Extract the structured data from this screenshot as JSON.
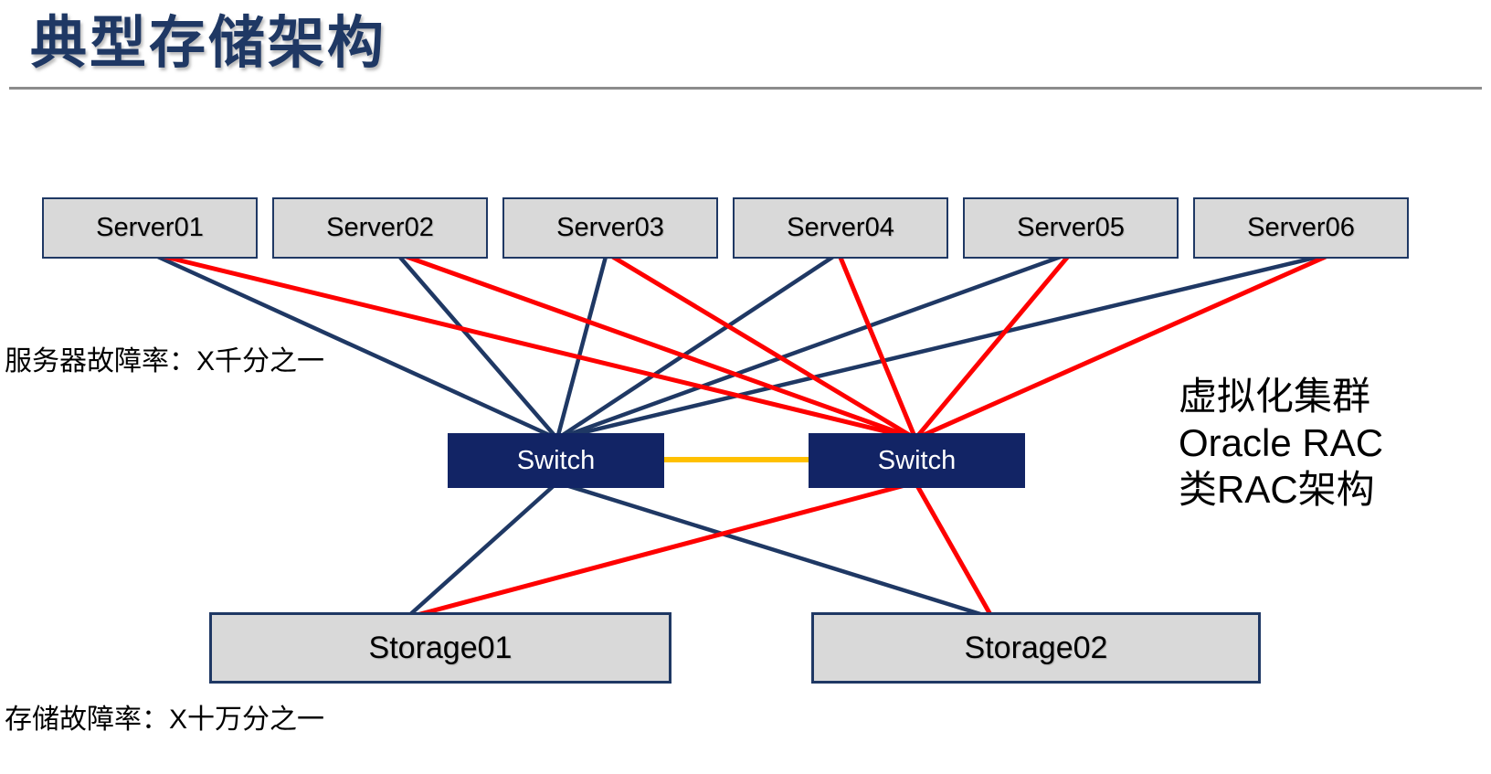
{
  "page": {
    "title": "典型存储架构"
  },
  "nodes": {
    "servers": [
      {
        "label": "Server01"
      },
      {
        "label": "Server02"
      },
      {
        "label": "Server03"
      },
      {
        "label": "Server04"
      },
      {
        "label": "Server05"
      },
      {
        "label": "Server06"
      }
    ],
    "switches": [
      {
        "label": "Switch"
      },
      {
        "label": "Switch"
      }
    ],
    "storages": [
      {
        "label": "Storage01"
      },
      {
        "label": "Storage02"
      }
    ]
  },
  "annotations": {
    "server_failure_rate": "服务器故障率：X千分之一",
    "storage_failure_rate": "存储故障率：X十万分之一",
    "side_note_lines": [
      "虚拟化集群",
      "Oracle RAC",
      "类RAC架构"
    ]
  },
  "topology": {
    "links": [
      {
        "from": "server01",
        "to": "switch1",
        "type": "primary"
      },
      {
        "from": "server02",
        "to": "switch1",
        "type": "primary"
      },
      {
        "from": "server03",
        "to": "switch1",
        "type": "primary"
      },
      {
        "from": "server04",
        "to": "switch1",
        "type": "primary"
      },
      {
        "from": "server05",
        "to": "switch1",
        "type": "primary"
      },
      {
        "from": "server06",
        "to": "switch1",
        "type": "primary"
      },
      {
        "from": "switch1",
        "to": "storage01",
        "type": "primary"
      },
      {
        "from": "switch1",
        "to": "storage02",
        "type": "primary"
      },
      {
        "from": "server01",
        "to": "switch2",
        "type": "secondary"
      },
      {
        "from": "server02",
        "to": "switch2",
        "type": "secondary"
      },
      {
        "from": "server03",
        "to": "switch2",
        "type": "secondary"
      },
      {
        "from": "server04",
        "to": "switch2",
        "type": "secondary"
      },
      {
        "from": "server05",
        "to": "switch2",
        "type": "secondary"
      },
      {
        "from": "server06",
        "to": "switch2",
        "type": "secondary"
      },
      {
        "from": "switch2",
        "to": "storage01",
        "type": "secondary"
      },
      {
        "from": "switch2",
        "to": "storage02",
        "type": "secondary"
      },
      {
        "from": "switch1",
        "to": "switch2",
        "type": "interconnect"
      }
    ]
  },
  "colors": {
    "title": "#1F3864",
    "divider": "#8C8C8C",
    "node_fill": "#D9D9D9",
    "node_border": "#1F3864",
    "switch_fill": "#122465",
    "switch_text": "#FFFFFF",
    "link_primary": "#1F3864",
    "link_secondary": "#FE0000",
    "link_interswitch": "#FFC000"
  }
}
